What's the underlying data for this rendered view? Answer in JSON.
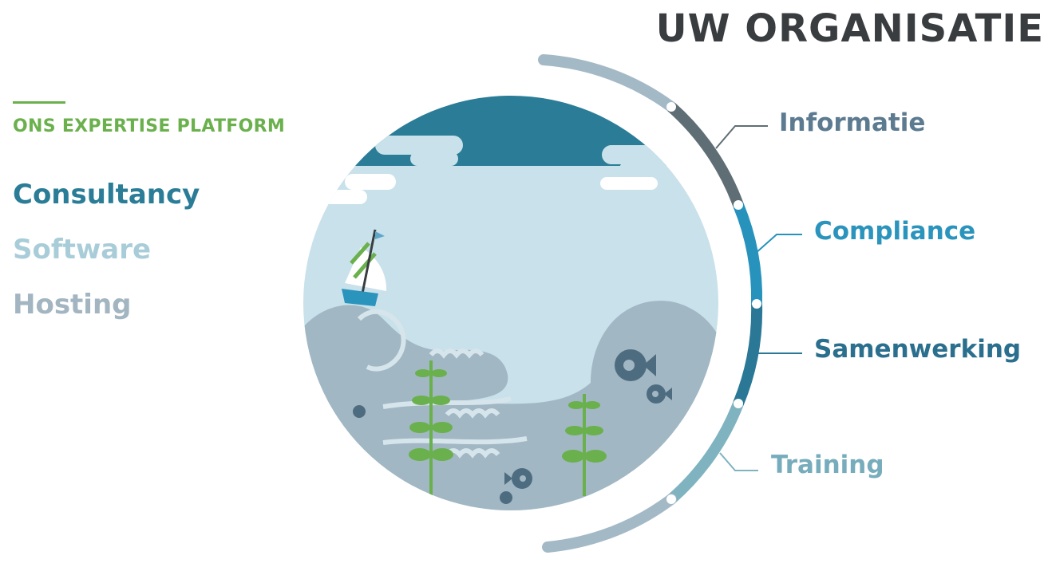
{
  "header": {
    "title": "UW ORGANISATIE"
  },
  "left_panel": {
    "heading": "ONS EXPERTISE PLATFORM",
    "services": [
      {
        "label": "Consultancy",
        "color": "#2a7c97"
      },
      {
        "label": "Software",
        "color": "#a9cdd8"
      },
      {
        "label": "Hosting",
        "color": "#a2b5c1"
      }
    ]
  },
  "ring": {
    "items": [
      {
        "label": "Informatie",
        "color": "#5c7a90",
        "segment_color": "#5f6e75"
      },
      {
        "label": "Compliance",
        "color": "#2b94bd",
        "segment_color": "#2793bd"
      },
      {
        "label": "Samenwerking",
        "color": "#2b6f8e",
        "segment_color": "#2b7896"
      },
      {
        "label": "Training",
        "color": "#76acbb",
        "segment_color": "#7fb3c0"
      }
    ]
  },
  "colors": {
    "accent_green": "#6ab04c",
    "title_dark": "#3a3d40",
    "sky": "#c9e1ea",
    "sea": "#a1b7c3",
    "dark_sky": "#2a7c97",
    "ring_end": "#a4b9c6"
  },
  "illustration": {
    "icons": [
      "sailboat-icon",
      "fish-icon",
      "seaweed-icon",
      "cloud-icon",
      "wave-icon"
    ]
  }
}
